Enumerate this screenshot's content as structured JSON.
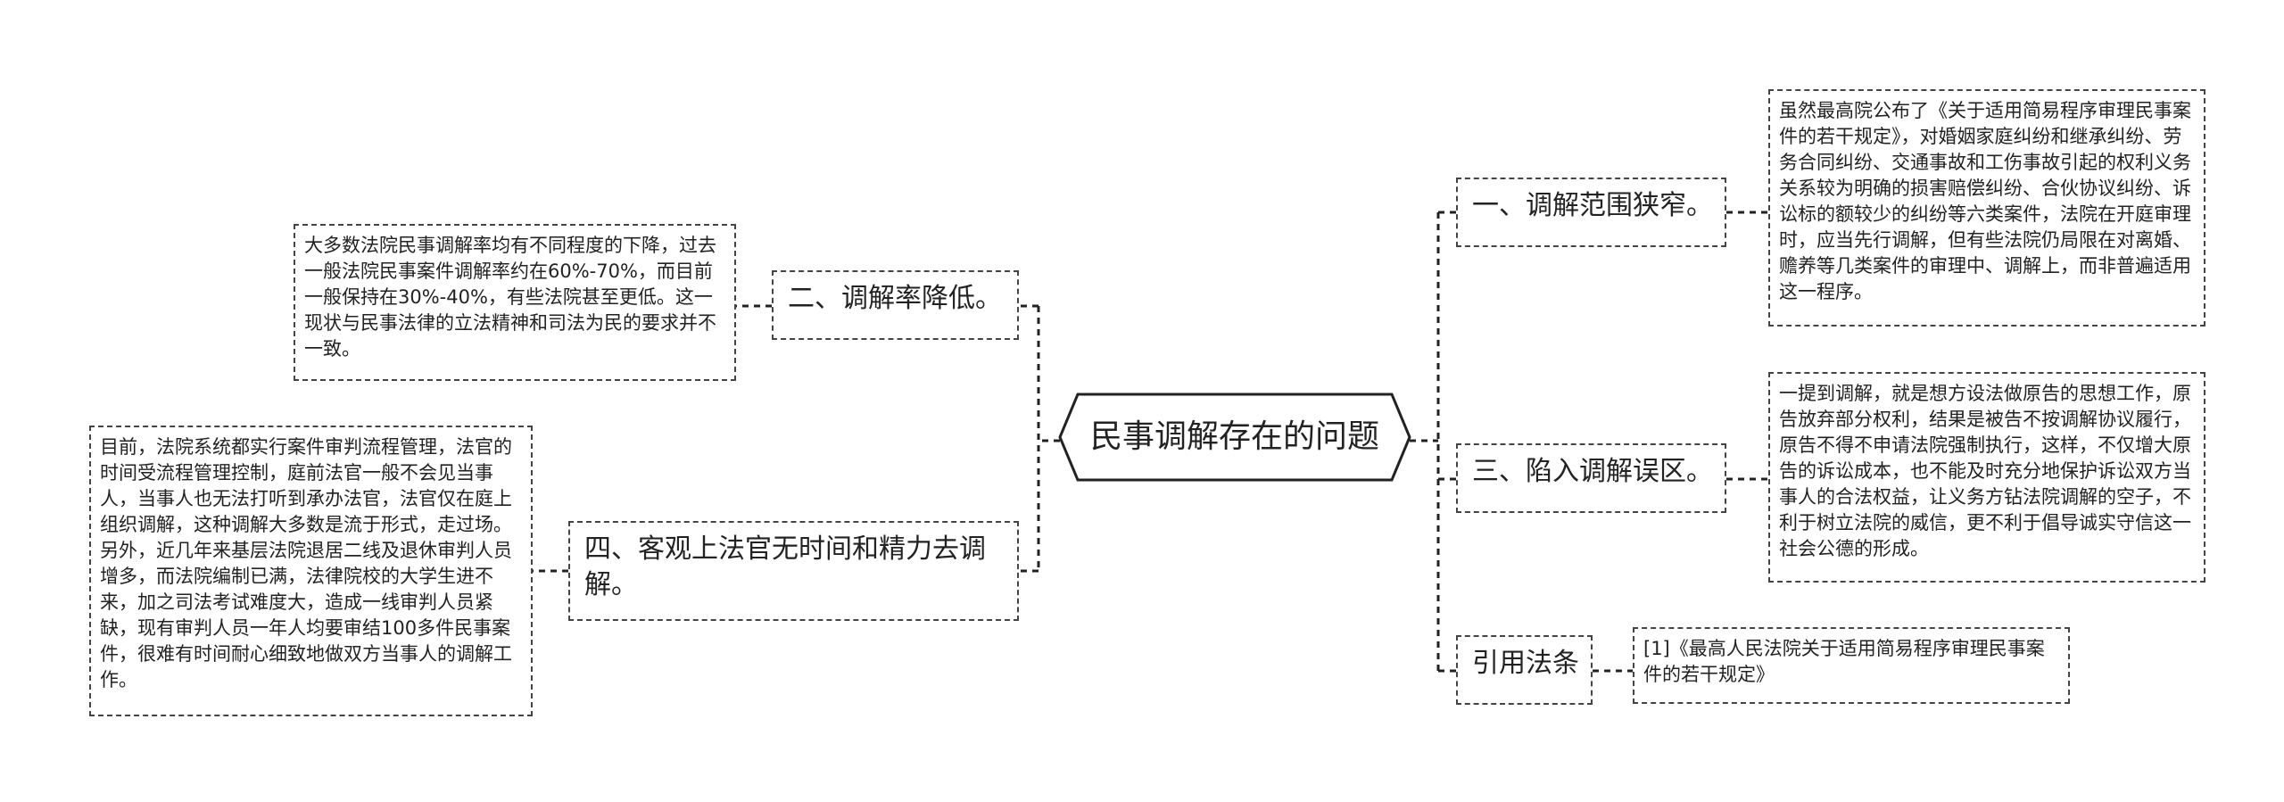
{
  "root": {
    "title": "民事调解存在的问题"
  },
  "branches": {
    "b1": {
      "label": "一、调解范围狭窄。",
      "detail": "虽然最高院公布了《关于适用简易程序审理民事案件的若干规定》，对婚姻家庭纠纷和继承纠纷、劳务合同纠纷、交通事故和工伤事故引起的权利义务关系较为明确的损害赔偿纠纷、合伙协议纠纷、诉讼标的额较少的纠纷等六类案件，法院在开庭审理时，应当先行调解，但有些法院仍局限在对离婚、赡养等几类案件的审理中、调解上，而非普遍适用这一程序。"
    },
    "b2": {
      "label": "二、调解率降低。",
      "detail": "大多数法院民事调解率均有不同程度的下降，过去一般法院民事案件调解率约在60%-70%，而目前一般保持在30%-40%，有些法院甚至更低。这一现状与民事法律的立法精神和司法为民的要求并不一致。"
    },
    "b3": {
      "label": "三、陷入调解误区。",
      "detail": "一提到调解，就是想方设法做原告的思想工作，原告放弃部分权利，结果是被告不按调解协议履行，原告不得不申请法院强制执行，这样，不仅增大原告的诉讼成本，也不能及时充分地保护诉讼双方当事人的合法权益，让义务方钻法院调解的空子，不利于树立法院的威信，更不利于倡导诚实守信这一社会公德的形成。"
    },
    "b4": {
      "label": "四、客观上法官无时间和精力去调解。",
      "detail": "目前，法院系统都实行案件审判流程管理，法官的时间受流程管理控制，庭前法官一般不会见当事人，当事人也无法打听到承办法官，法官仅在庭上组织调解，这种调解大多数是流于形式，走过场。另外，近几年来基层法院退居二线及退休审判人员增多，而法院编制已满，法律院校的大学生进不来，加之司法考试难度大，造成一线审判人员紧缺，现有审判人员一年人均要审结100多件民事案件，很难有时间耐心细致地做双方当事人的调解工作。"
    },
    "b5": {
      "label": "引用法条",
      "detail": "[1]《最高人民法院关于适用简易程序审理民事案件的若干规定》"
    }
  },
  "colors": {
    "line": "#222222",
    "border": "#444444",
    "text": "#222222",
    "background": "#ffffff"
  }
}
